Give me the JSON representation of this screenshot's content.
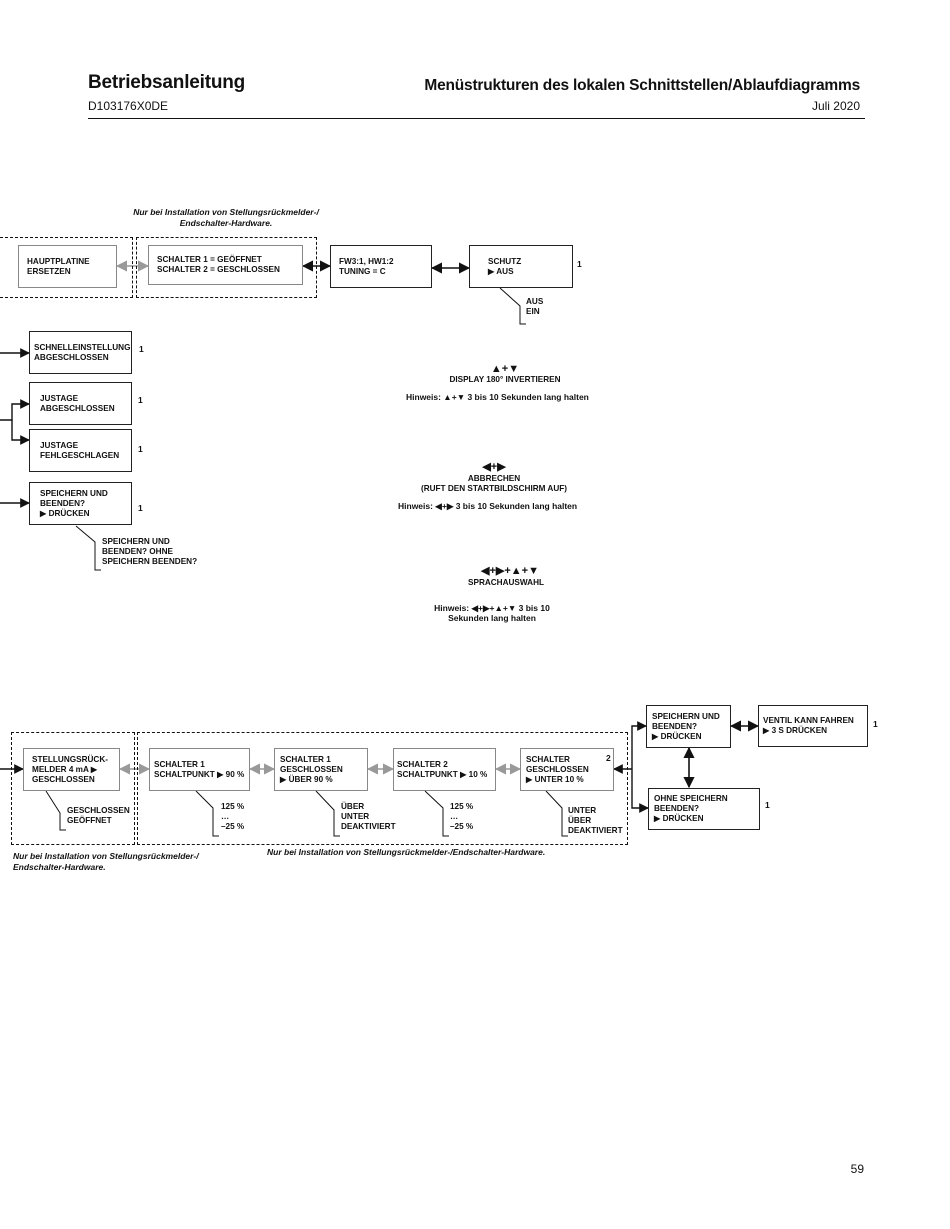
{
  "header": {
    "left_title": "Betriebsanleitung",
    "left_sub": "D103176X0DE",
    "right_title": "Menüstrukturen des lokalen Schnittstellen/Ablaufdiagramms",
    "right_sub": "Juli 2020"
  },
  "page_number": "59",
  "top": {
    "note": "Nur bei Installation von Stellungsrückmelder-/\nEndschalter-Hardware.",
    "box_hauptplatine": "HAUPTPLATINE\nERSETZEN",
    "box_schalter": "SCHALTER 1 = GEÖFFNET\nSCHALTER 2 = GESCHLOSSEN",
    "box_fw": "FW3:1, HW1:2\nTUNING = C",
    "box_schutz": "SCHUTZ\n▶ AUS",
    "schutz_num": "1",
    "schutz_options": "AUS\nEIN"
  },
  "left": {
    "schnell": "SCHNELLEINSTELLUNG\nABGESCHLOSSEN",
    "schnell_num": "1",
    "justage_ok": "JUSTAGE\nABGESCHLOSSEN",
    "justage_ok_num": "1",
    "justage_fail": "JUSTAGE\nFEHLGESCHLAGEN",
    "justage_fail_num": "1",
    "speichern": "SPEICHERN UND\nBEENDEN?\n▶ DRÜCKEN",
    "speichern_num": "1",
    "speichern_options": "SPEICHERN UND\nBEENDEN? OHNE\nSPEICHERN BEENDEN?"
  },
  "center": {
    "invert_keys": "▲+▼",
    "invert_title": "DISPLAY 180° INVERTIEREN",
    "invert_hint": "Hinweis: ▲+▼    3 bis 10 Sekunden lang halten",
    "cancel_keys": "◀+▶",
    "cancel_title": "ABBRECHEN\n(RUFT DEN STARTBILDSCHIRM AUF)",
    "cancel_hint": "Hinweis: ◀+▶    3 bis 10 Sekunden lang halten",
    "lang_keys": "◀+▶+▲+▼",
    "lang_title": "SPRACHAUSWAHL",
    "lang_hint": "Hinweis:     ◀+▶+▲+▼ 3 bis 10\nSekunden lang halten"
  },
  "bottom": {
    "box_stell": "STELLUNGSRÜCK-\nMELDER  4 mA ▶\nGESCHLOSSEN",
    "stell_options": "GESCHLOSSEN\nGEÖFFNET",
    "box_s1_punkt": "SCHALTER 1\nSCHALTPUNKT ▶ 90 %",
    "s1_punkt_options": "125 %\n…\n–25 %",
    "box_s1_gesch": "SCHALTER 1\nGESCHLOSSEN\n▶ ÜBER 90 %",
    "s1_gesch_options": "ÜBER\nUNTER\nDEAKTIVIERT",
    "box_s2_punkt": "SCHALTER 2\nSCHALTPUNKT ▶ 10 %",
    "s2_punkt_options": "125 %\n…\n–25 %",
    "box_s2_gesch": "SCHALTER\nGESCHLOSSEN\n▶ UNTER 10 %",
    "s2_gesch_num": "2",
    "s2_gesch_options": "UNTER\nÜBER\nDEAKTIVIERT",
    "box_speichern": "SPEICHERN UND\nBEENDEN?\n▶ DRÜCKEN",
    "box_ventil": "VENTIL KANN FAHREN\n▶ 3 S DRÜCKEN",
    "ventil_num": "1",
    "box_ohne": "OHNE SPEICHERN\nBEENDEN?\n ▶ DRÜCKEN",
    "ohne_num": "1",
    "note_left": "Nur bei Installation von Stellungsrückmelder-/\nEndschalter-Hardware.",
    "note_right": "Nur bei Installation von Stellungsrückmelder-/Endschalter-Hardware."
  }
}
